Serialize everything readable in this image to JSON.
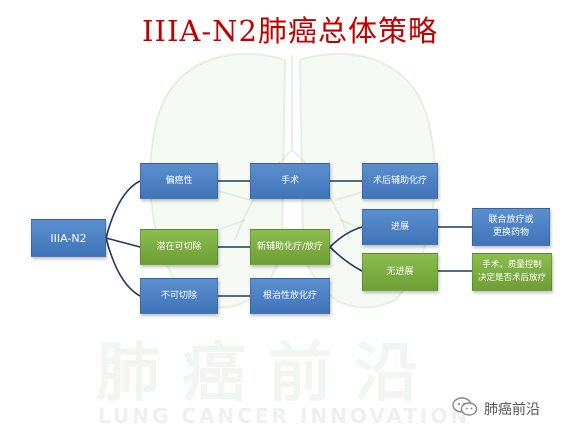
{
  "title": "IIIA-N2肺癌总体策略",
  "nodes": {
    "root": "IIIA-N2",
    "marginal": "偏癌性",
    "surgery": "手术",
    "postop_adjuvant": "术后辅助化疗",
    "potentially_resectable": "潜在可切除",
    "neoadjuvant": "新辅助化疗/放疗",
    "progression": "进展",
    "chemo_or_switch": [
      "联合放疗或",
      "更换药物"
    ],
    "no_progression": "无进展",
    "surgery_decision": [
      "手术，质量控制",
      "决定是否术后放疗"
    ],
    "unresectable": "不可切除",
    "radical_chemoradio": "根治性放化疗"
  },
  "watermark": {
    "chinese": "肺癌前沿",
    "english": "LUNG CANCER INNOVATION"
  },
  "brand": {
    "label": "肺癌前沿"
  },
  "colors": {
    "title": "#c00000",
    "blue_node": "#4a7fc1",
    "green_node": "#7aab3f",
    "connector": "#1f3864"
  }
}
